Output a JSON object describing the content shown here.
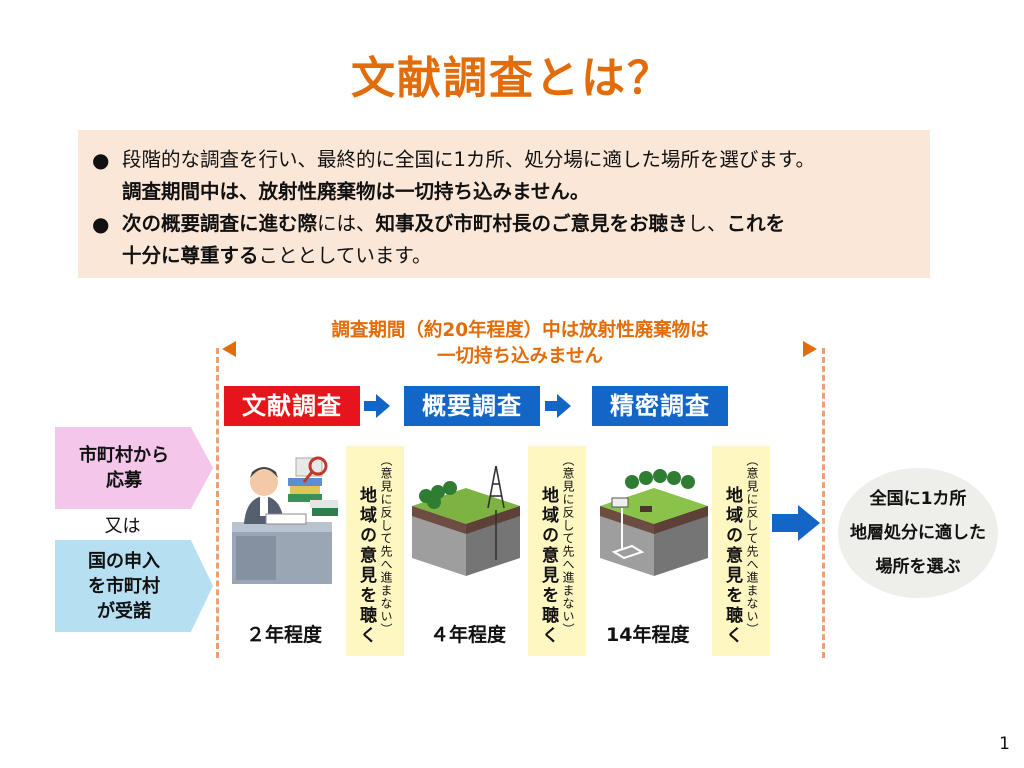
{
  "title": "文献調査とは？",
  "summary": {
    "bullet1_line1": "段階的な調査を行い、最終的に全国に1カ所、処分場に適した場所を選びます。",
    "bullet1_line2": "調査期間中は、放射性廃棄物は一切持ち込みません。",
    "bullet2_part1": "次の概要調査に進む際",
    "bullet2_part2": "には、",
    "bullet2_part3": "知事及び市町村長のご意見をお聴き",
    "bullet2_part4": "し、",
    "bullet2_part5": "これを",
    "bullet2_part6": "十分に尊重する",
    "bullet2_part7": "こととしています。"
  },
  "period": {
    "line1": "調査期間（約20年程度）中は放射性廃棄物は",
    "line2": "一切持ち込みません"
  },
  "stages": [
    {
      "label": "文献調査",
      "duration": "２年程度",
      "color": "#e8141b"
    },
    {
      "label": "概要調査",
      "duration": "４年程度",
      "color": "#1466c6"
    },
    {
      "label": "精密調査",
      "duration": "14年程度",
      "color": "#1466c6"
    }
  ],
  "opinion": {
    "main": "地域の意見を聴く",
    "sub": "（意見に反して先へ進まない）"
  },
  "entry": {
    "apply": "市町村から\n応募",
    "or": "又は",
    "request": "国の申入\nを市町村\nが受諾"
  },
  "result": "全国に1カ所\n地層処分に適した\n場所を選ぶ",
  "page_number": "1"
}
